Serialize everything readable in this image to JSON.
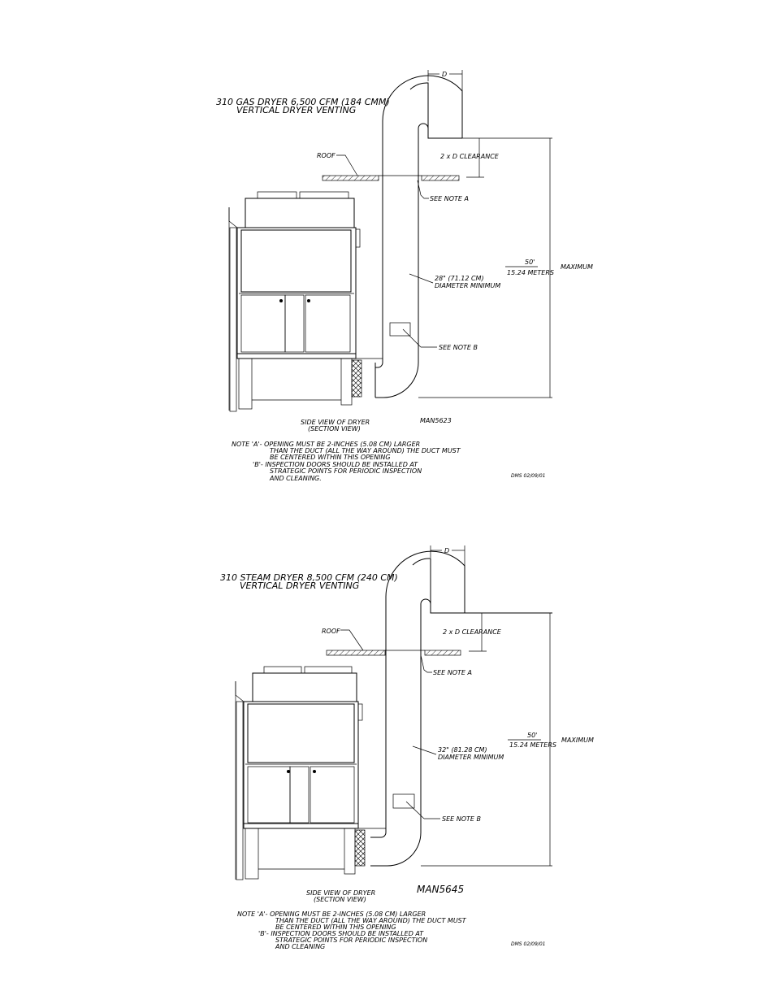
{
  "diagrams": [
    {
      "title_line1": "310 GAS DRYER 6,500 CFM (184 CMM)",
      "title_line2": "VERTICAL DRYER VENTING",
      "roof_label": "ROOF",
      "d_label": "D",
      "clearance_label": "2 x D CLEARANCE",
      "see_note_a": "SEE NOTE A",
      "see_note_b": "SEE NOTE B",
      "height_value": "50'",
      "height_metric": "15.24 METERS",
      "height_max": "MAXIMUM",
      "duct_diameter_line1": "28\" (71.12 CM)",
      "duct_diameter_line2": "DIAMETER MINIMUM",
      "caption_line1": "SIDE VIEW OF DRYER",
      "caption_line2": "(SECTION VIEW)",
      "drawing_number": "MAN5623",
      "notes": [
        "NOTE 'A'- OPENING MUST BE 2-INCHES (5.08 CM) LARGER",
        "THAN THE DUCT (ALL THE WAY AROUND) THE DUCT MUST",
        "BE CENTERED WITHIN THIS OPENING",
        "'B'- INSPECTION DOORS SHOULD BE INSTALLED AT",
        "STRATEGIC POINTS FOR PERIODIC INSPECTION",
        "AND CLEANING."
      ],
      "stamp": "DMS 02/09/01"
    },
    {
      "title_line1": "310 STEAM DRYER 8,500 CFM (240 CM)",
      "title_line2": "VERTICAL DRYER VENTING",
      "roof_label": "ROOF",
      "d_label": "D",
      "clearance_label": "2 x D CLEARANCE",
      "see_note_a": "SEE NOTE A",
      "see_note_b": "SEE NOTE B",
      "height_value": "50'",
      "height_metric": "15.24 METERS",
      "height_max": "MAXIMUM",
      "duct_diameter_line1": "32\" (81.28 CM)",
      "duct_diameter_line2": "DIAMETER MINIMUM",
      "caption_line1": "SIDE VIEW OF DRYER",
      "caption_line2": "(SECTION VIEW)",
      "drawing_number": "MAN5645",
      "notes": [
        "NOTE 'A'- OPENING MUST BE 2-INCHES (5.08 CM) LARGER",
        "THAN THE DUCT (ALL THE WAY AROUND) THE DUCT MUST",
        "BE CENTERED WITHIN THIS OPENING",
        "'B'- INSPECTION DOORS SHOULD BE INSTALLED AT",
        "STRATEGIC POINTS FOR PERIODIC INSPECTION",
        "AND CLEANING"
      ],
      "stamp": "DMS 02/09/01"
    }
  ]
}
